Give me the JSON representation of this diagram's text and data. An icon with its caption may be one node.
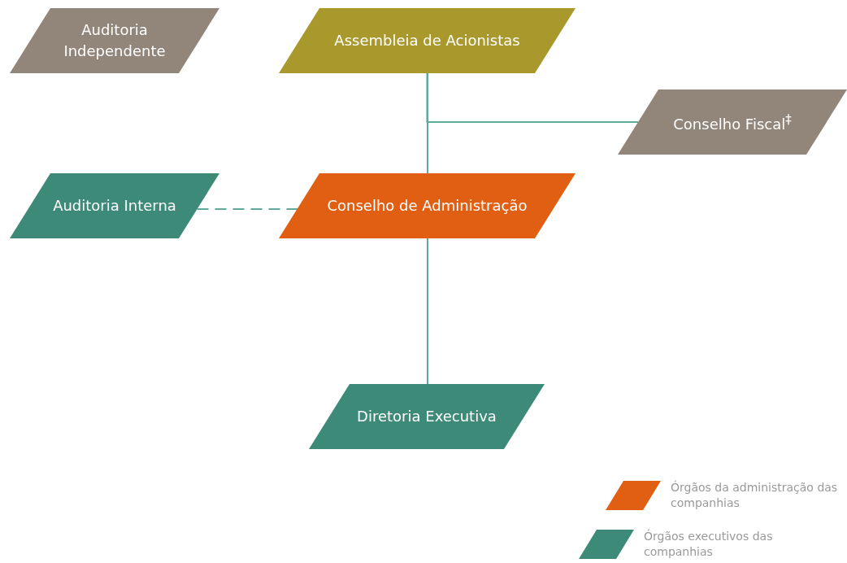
{
  "diagram": {
    "nodes": [
      {
        "text": [
          "Auditoria Independente"
        ]
      },
      {
        "text": [
          "Assembleia de Acionistas"
        ]
      },
      {
        "text": [
          "Conselho Fiscal$^{‡}$"
        ]
      },
      {
        "text": [
          "Auditoria Interna"
        ]
      },
      {
        "text": [
          "Conselho de Administração"
        ]
      },
      {
        "text": [
          "Diretoria Executiva"
        ]
      }
    ],
    "edges": [
      {
        "from": 1,
        "to": 2,
        "arrow": "none"
      },
      {
        "from": 1,
        "to": 4,
        "arrow": "none"
      },
      {
        "from": 3,
        "to": 4,
        "arrow": "none",
        "style": "dashed"
      },
      {
        "from": 4,
        "to": 5,
        "arrow": "none"
      }
    ],
    "legend": [
      {
        "text": "Órgãos da administração das companhias",
        "color": "#e05f12"
      },
      {
        "text": "Órgãos executivos das companhias",
        "color": "#3d8a78"
      }
    ]
  }
}
